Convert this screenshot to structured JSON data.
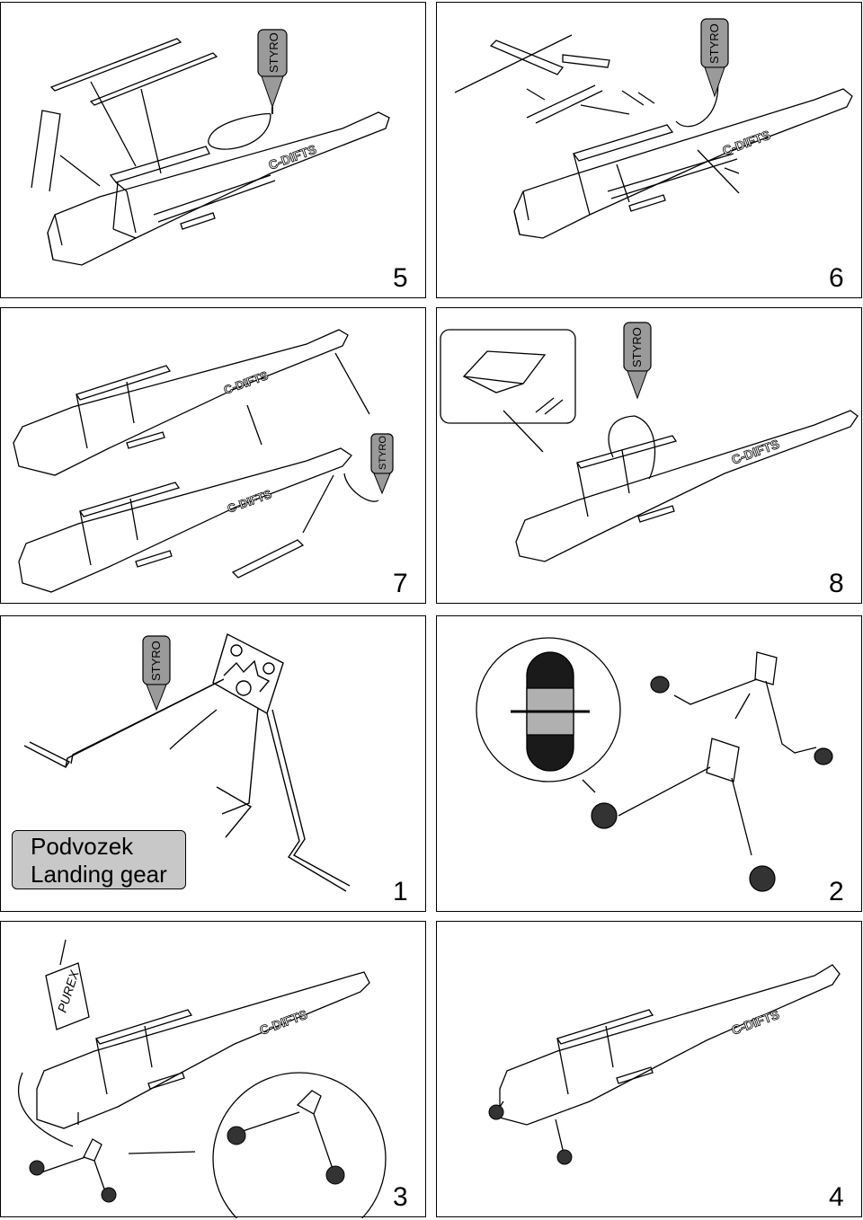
{
  "panels": [
    {
      "number": "5"
    },
    {
      "number": "6"
    },
    {
      "number": "7"
    },
    {
      "number": "8"
    },
    {
      "number": "1"
    },
    {
      "number": "2"
    },
    {
      "number": "3"
    },
    {
      "number": "4"
    }
  ],
  "landing_gear_label": {
    "line1": "Podvozek",
    "line2": "Landing gear"
  },
  "glue_bottle_label": "STYRO",
  "adhesive_label": "PUREX",
  "registration": "C-DIFTS",
  "colors": {
    "line": "#000000",
    "label_fill": "#c8c8c8",
    "background": "#ffffff"
  }
}
